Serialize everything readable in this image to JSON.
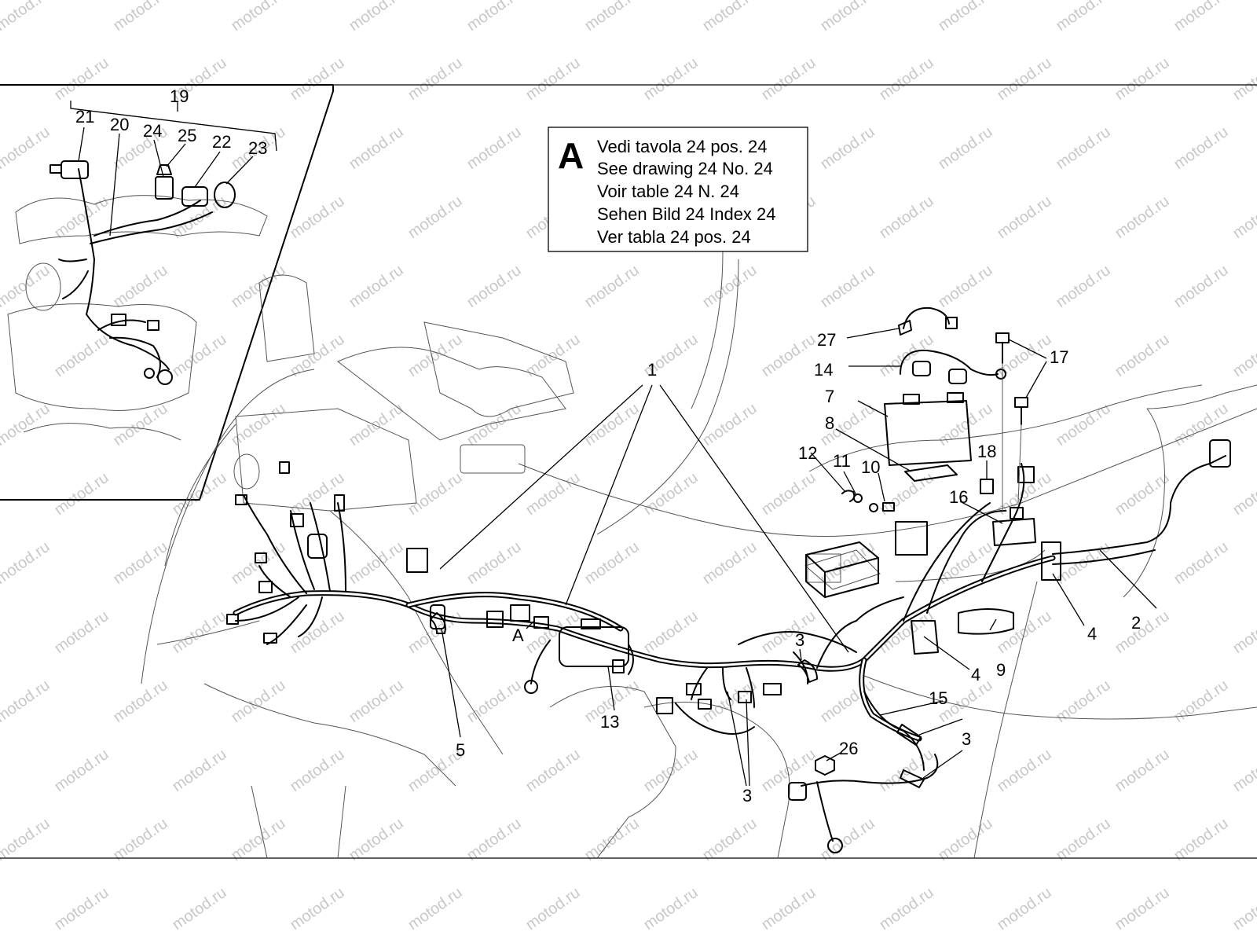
{
  "watermark": {
    "text": "motod.ru",
    "color": "#c8c8c8"
  },
  "legend": {
    "letter": "A",
    "lines": [
      "Vedi tavola 24 pos. 24",
      "See drawing 24 No. 24",
      "Voir table 24 N. 24",
      "Sehen Bild 24 Index 24",
      "Ver tabla 24 pos. 24"
    ]
  },
  "inset": {
    "group_label": "19",
    "labels": [
      "21",
      "20",
      "24",
      "25",
      "22",
      "23"
    ]
  },
  "callouts": {
    "c1": "1",
    "c2": "2",
    "c3a": "3",
    "c3b": "3",
    "c3c": "3",
    "c4a": "4",
    "c4b": "4",
    "c5": "5",
    "c7": "7",
    "c8": "8",
    "c9": "9",
    "c10": "10",
    "c11": "11",
    "c12": "12",
    "c13": "13",
    "c14": "14",
    "c15": "15",
    "c16": "16",
    "c17": "17",
    "c18": "18",
    "c26": "26",
    "c27": "27",
    "marker_a": "A"
  }
}
